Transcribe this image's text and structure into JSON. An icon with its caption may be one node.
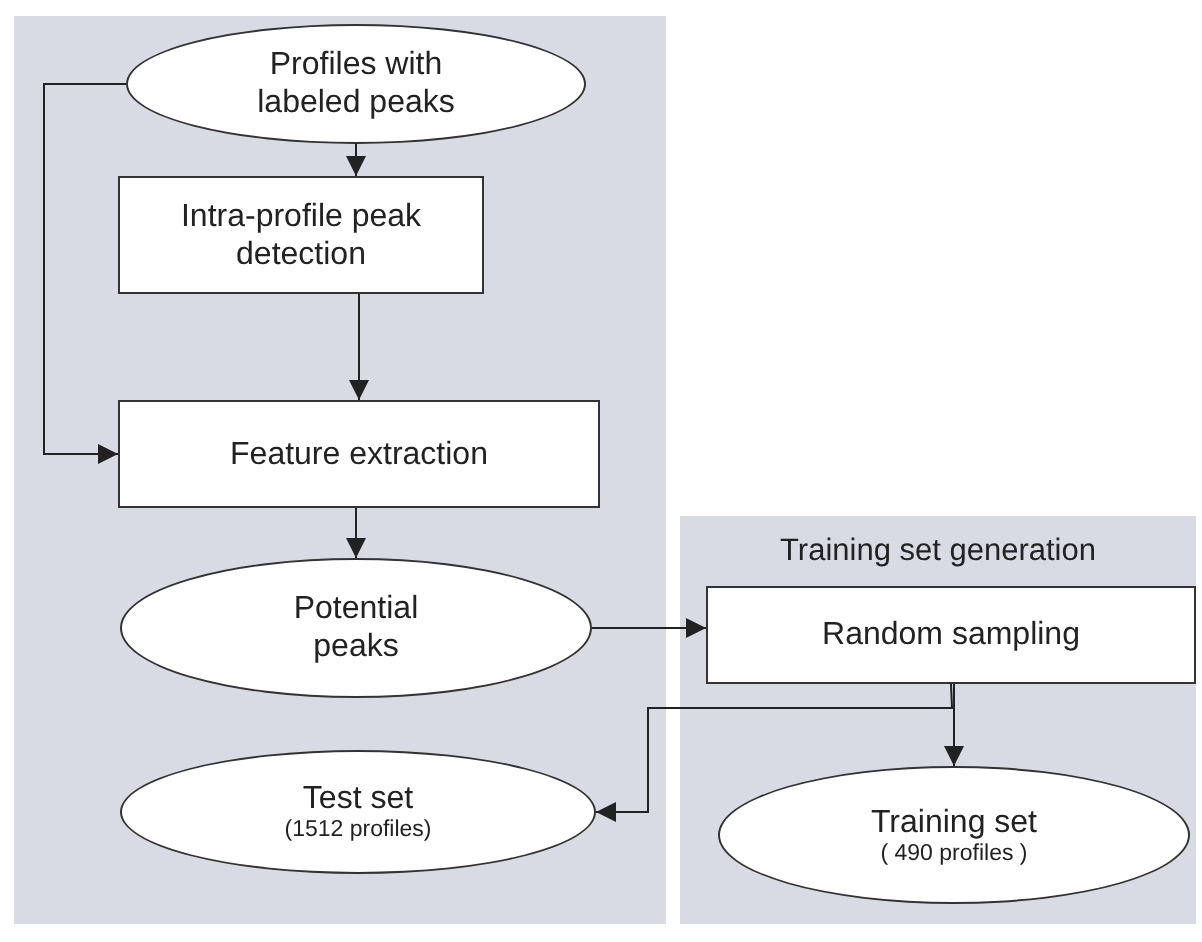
{
  "diagram": {
    "nodes": [
      {
        "text": [],
        "shape": "box"
      },
      {
        "text": [
          "Profiles with labeled peaks"
        ],
        "in": 0
      },
      {
        "text": [
          "Intra-profile peak detection"
        ],
        "in": 0
      },
      {
        "text": [
          "Feature extraction"
        ],
        "in": 0
      },
      {
        "text": [
          "Potential peaks"
        ],
        "in": 0
      },
      {
        "text": [
          "Test set",
          "(1512 profiles)"
        ],
        "in": 0
      },
      {
        "text": [
          "Training set generation"
        ]
      },
      {
        "text": [
          "Random sampling"
        ],
        "in": 6
      },
      {
        "text": [
          "Training set",
          "( 490 profiles )"
        ],
        "in": 6
      }
    ],
    "edges": [
      {
        "from": 1,
        "to": 2,
        "arrow": "to"
      },
      {
        "from": 2,
        "to": 3,
        "arrow": "to"
      },
      {
        "from": 1,
        "to": 3,
        "arrow": "to"
      },
      {
        "from": 3,
        "to": 4,
        "arrow": "to"
      },
      {
        "from": 4,
        "to": 7,
        "arrow": "to"
      },
      {
        "from": 7,
        "to": 8,
        "arrow": "to"
      },
      {
        "from": 7,
        "to": 5,
        "arrow": "to"
      }
    ]
  }
}
